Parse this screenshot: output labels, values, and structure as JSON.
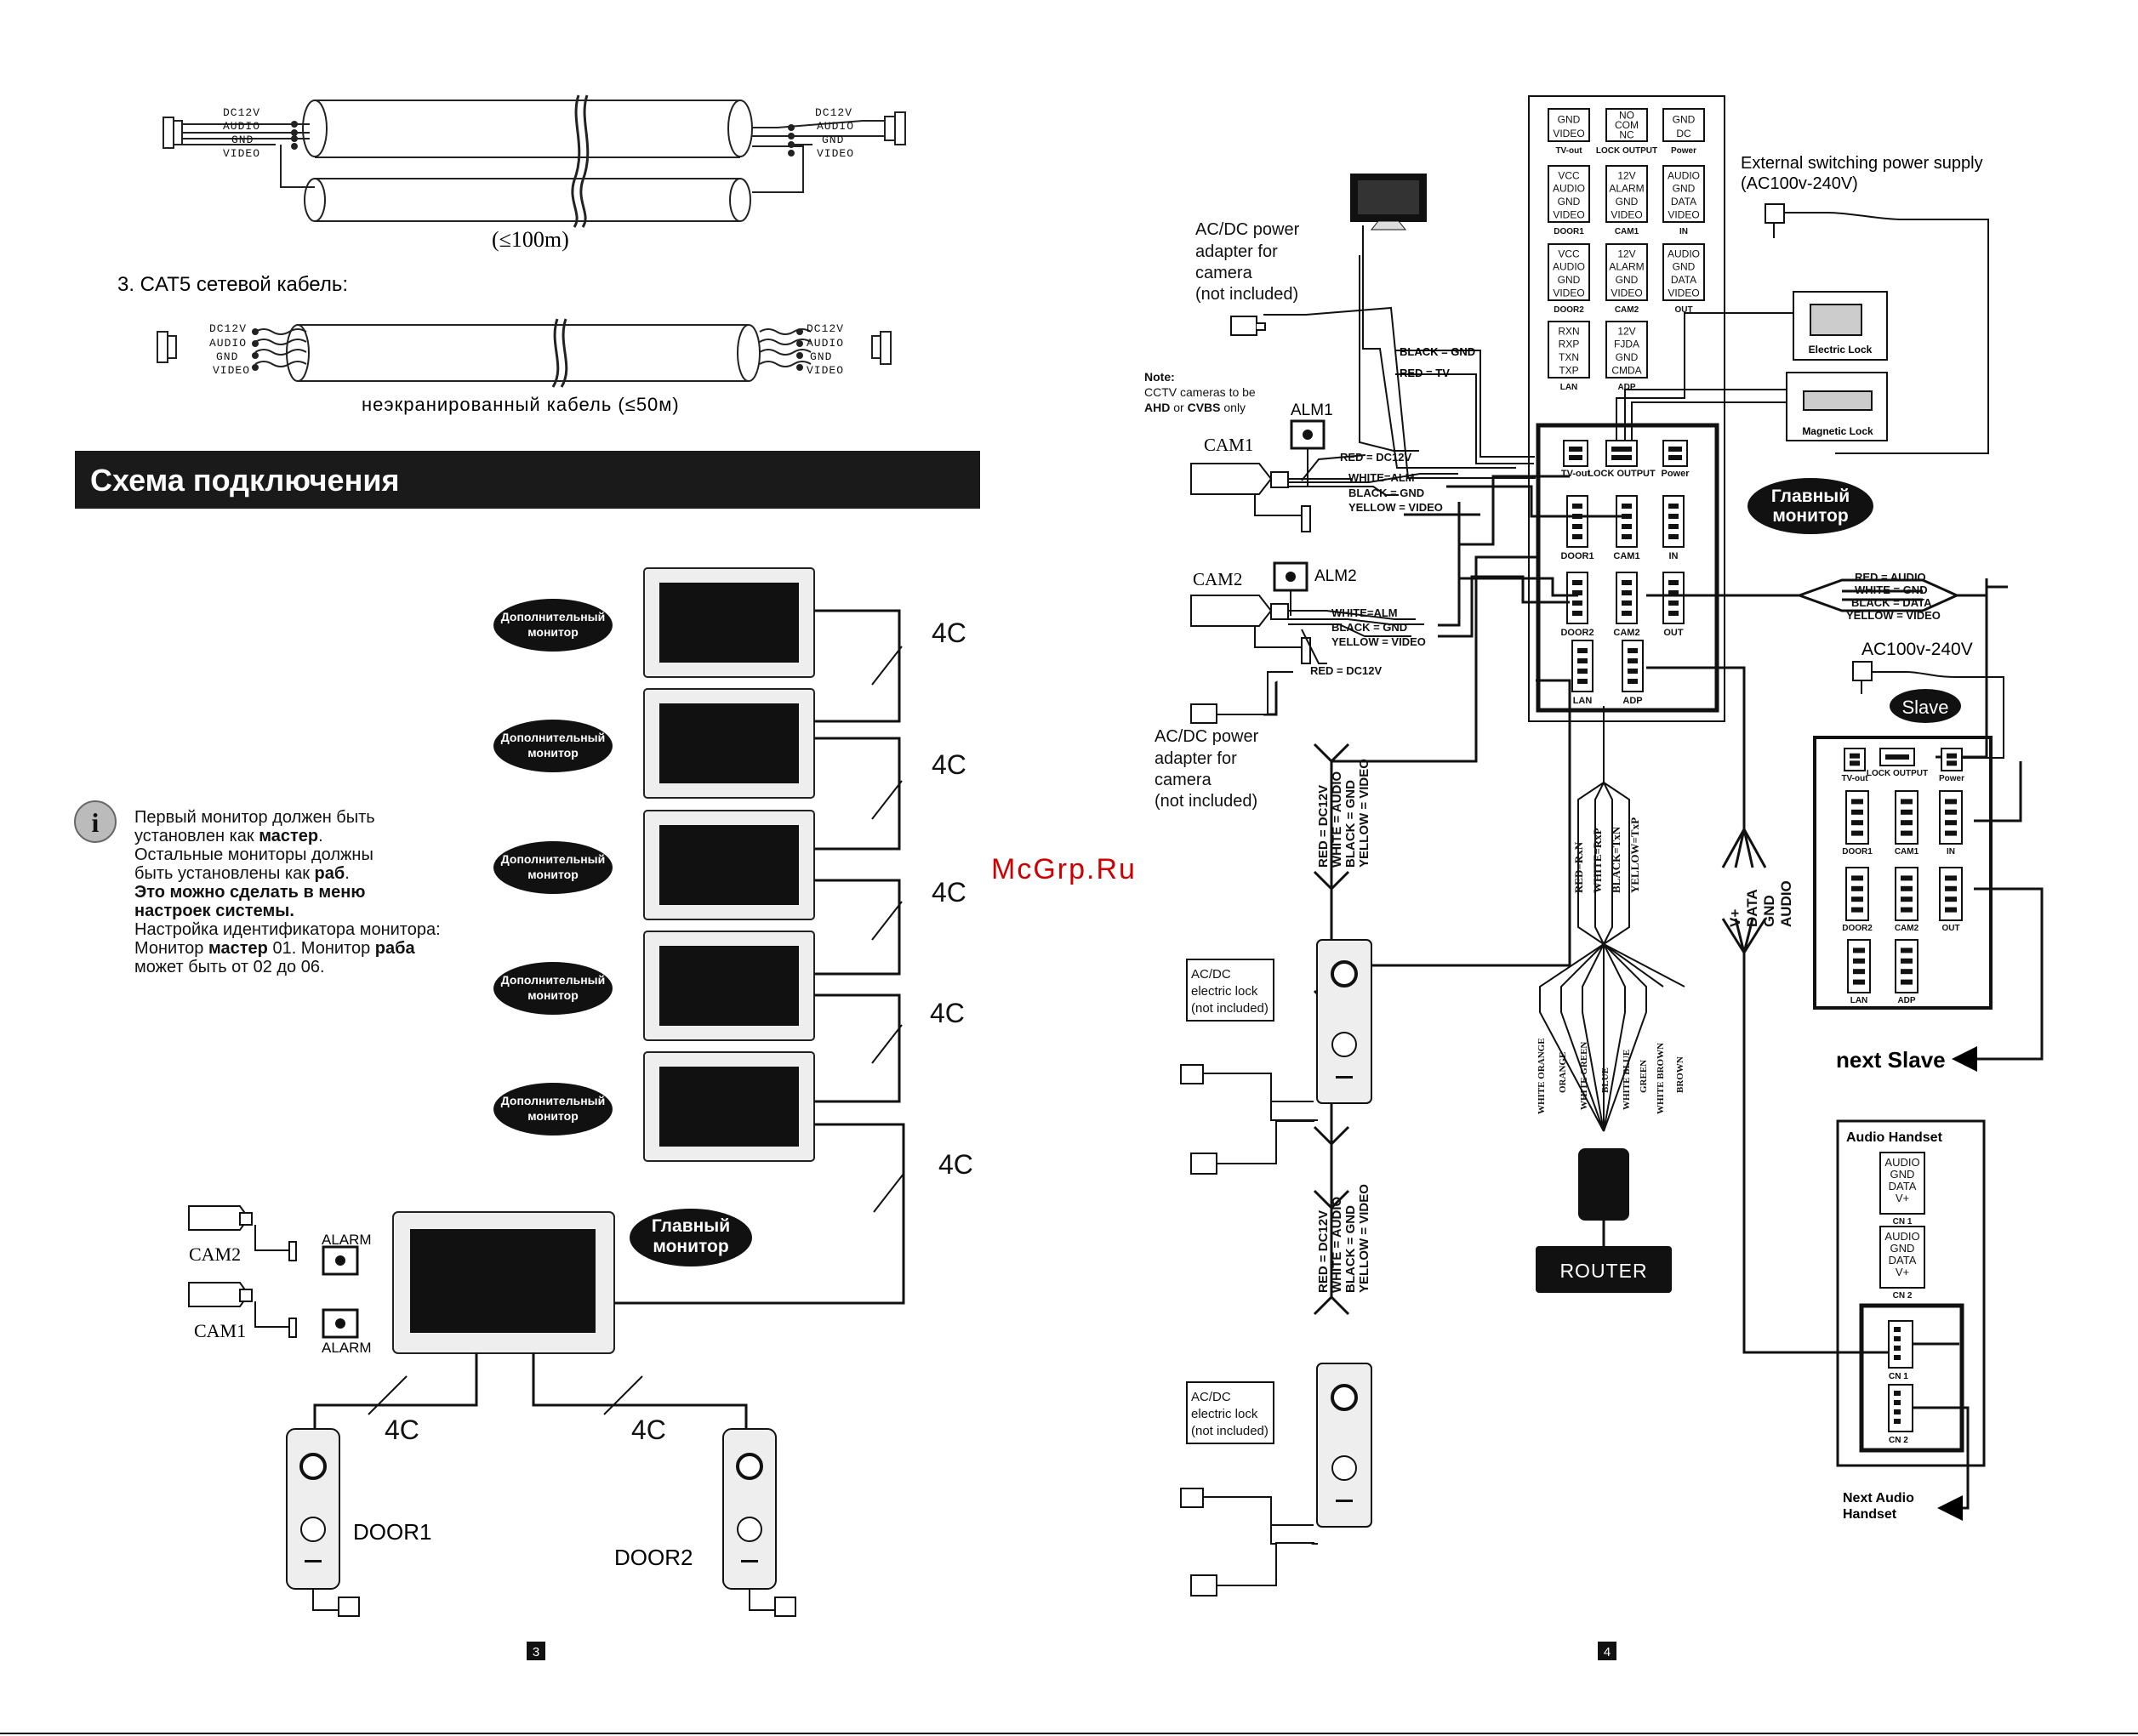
{
  "left_page": {
    "cable1": {
      "labels_left": [
        "DC12V",
        "AUDIO",
        "GND",
        "VIDEO"
      ],
      "labels_right": [
        "DC12V",
        "AUDIO",
        "GND",
        "VIDEO"
      ],
      "length": "(≤100m)"
    },
    "cat5": {
      "title": "3. CAT5 сетевой кабель:",
      "labels_left": [
        "DC12V",
        "AUDIO",
        "GND",
        "VIDEO"
      ],
      "labels_right": [
        "DC12V",
        "AUDIO",
        "GND",
        "VIDEO"
      ],
      "caption": "неэкранированный кабель (≤50м)"
    },
    "section_title": "Схема подключения",
    "extra_monitor": [
      "Дополнительный",
      "монитор"
    ],
    "main_monitor": [
      "Главный",
      "монитор"
    ],
    "wire_4c": "4C",
    "cam1": "CAM1",
    "cam2": "CAM2",
    "alarm": "ALARM",
    "door1": "DOOR1",
    "door2": "DOOR2",
    "note": {
      "line1": "Первый монитор должен быть",
      "line2a": "установлен как ",
      "line2b": "мастер",
      "line2c": ".",
      "line3": "Остальные мониторы должны",
      "line4a": "быть установлены как ",
      "line4b": "раб",
      "line4c": ".",
      "line5": "Это можно сделать в меню",
      "line6": "настроек системы.",
      "line7": "Настройка идентификатора монитора:",
      "line8a": "Монитор ",
      "line8b": "мастер",
      "line8c": " 01. Монитор ",
      "line8d": "раба",
      "line9": "может быть от 02 до 06."
    },
    "page_number": "3"
  },
  "right_page": {
    "panel_cells": [
      {
        "lines": [
          "GND",
          "VIDEO"
        ],
        "label": "TV-out"
      },
      {
        "lines": [
          "NO",
          "COM",
          "NC"
        ],
        "label": "LOCK OUTPUT"
      },
      {
        "lines": [
          "GND",
          "DC"
        ],
        "label": "Power"
      },
      {
        "lines": [
          "VCC",
          "AUDIO",
          "GND",
          "VIDEO"
        ],
        "label": "DOOR1"
      },
      {
        "lines": [
          "12V",
          "ALARM",
          "GND",
          "VIDEO"
        ],
        "label": "CAM1"
      },
      {
        "lines": [
          "AUDIO",
          "GND",
          "DATA",
          "VIDEO"
        ],
        "label": "IN"
      },
      {
        "lines": [
          "VCC",
          "AUDIO",
          "GND",
          "VIDEO"
        ],
        "label": "DOOR2"
      },
      {
        "lines": [
          "12V",
          "ALARM",
          "GND",
          "VIDEO"
        ],
        "label": "CAM2"
      },
      {
        "lines": [
          "AUDIO",
          "GND",
          "DATA",
          "VIDEO"
        ],
        "label": "OUT"
      },
      {
        "lines": [
          "RXN",
          "RXP",
          "TXN",
          "TXP"
        ],
        "label": "LAN"
      },
      {
        "lines": [
          "12V",
          "FJDA",
          "GND",
          "CMDA"
        ],
        "label": "ADP"
      }
    ],
    "external_power": [
      "External switching power supply",
      "(AC100v-240V)"
    ],
    "electric_lock": "Electric Lock",
    "magnetic_lock": "Magnetic Lock",
    "adapter_label": [
      "AC/DC power",
      "adapter for",
      "camera",
      "(not included)"
    ],
    "note": {
      "title": "Note:",
      "line1": "CCTV cameras to be",
      "line2a": "AHD",
      "line2b": " or ",
      "line2c": "CVBS",
      "line2d": " only"
    },
    "alm1": "ALM1",
    "alm2": "ALM2",
    "cam1": "CAM1",
    "cam2": "CAM2",
    "black_gnd": "BLACK = GND",
    "red_tv": "RED = TV",
    "cam1_wires": [
      "RED = DC12V",
      "WHITE=ALM",
      "BLACK = GND",
      "YELLOW = VIDEO"
    ],
    "cam2_wires": [
      "WHITE=ALM",
      "BLACK = GND",
      "YELLOW = VIDEO"
    ],
    "cam2_red": "RED = DC12V",
    "main_monitor": [
      "Главный",
      "монитор"
    ],
    "board_labels": [
      "TV-out",
      "LOCK OUTPUT",
      "Power",
      "DOOR1",
      "CAM1",
      "IN",
      "DOOR2",
      "CAM2",
      "OUT",
      "LAN",
      "ADP"
    ],
    "out_wires": [
      "RED = AUDIO",
      "WHITE = GND",
      "BLACK = DATA",
      "YELLOW = VIDEO"
    ],
    "ac_slave": "AC100v-240V",
    "slave": "Slave",
    "next_slave": "next  Slave",
    "door_wires": [
      "RED = DC12V",
      "WHITE = AUDIO",
      "BLACK = GND",
      "YELLOW = VIDEO"
    ],
    "lan_wires": [
      "RED=RxN",
      "WHITE=RxP",
      "BLACK=TxN",
      "YELLOW=TxP"
    ],
    "rj45_colors": [
      "WHITE ORANGE",
      "ORANGE",
      "WHITE GREEN",
      "BLUE",
      "WHITE BLUE",
      "GREEN",
      "WHITE BROWN",
      "BROWN"
    ],
    "router": "ROUTER",
    "adp_wires": [
      "V+",
      "DATA",
      "GND",
      "AUDIO"
    ],
    "lock_label": [
      "AC/DC",
      "electric lock",
      "(not included)"
    ],
    "handset": {
      "title": "Audio Handset",
      "cn_lines": [
        "AUDIO",
        "GND",
        "DATA",
        "V+"
      ],
      "cn1": "CN 1",
      "cn2": "CN 2",
      "next": [
        "Next Audio",
        "Handset"
      ]
    },
    "watermark": "McGrp.Ru",
    "page_number": "4"
  }
}
